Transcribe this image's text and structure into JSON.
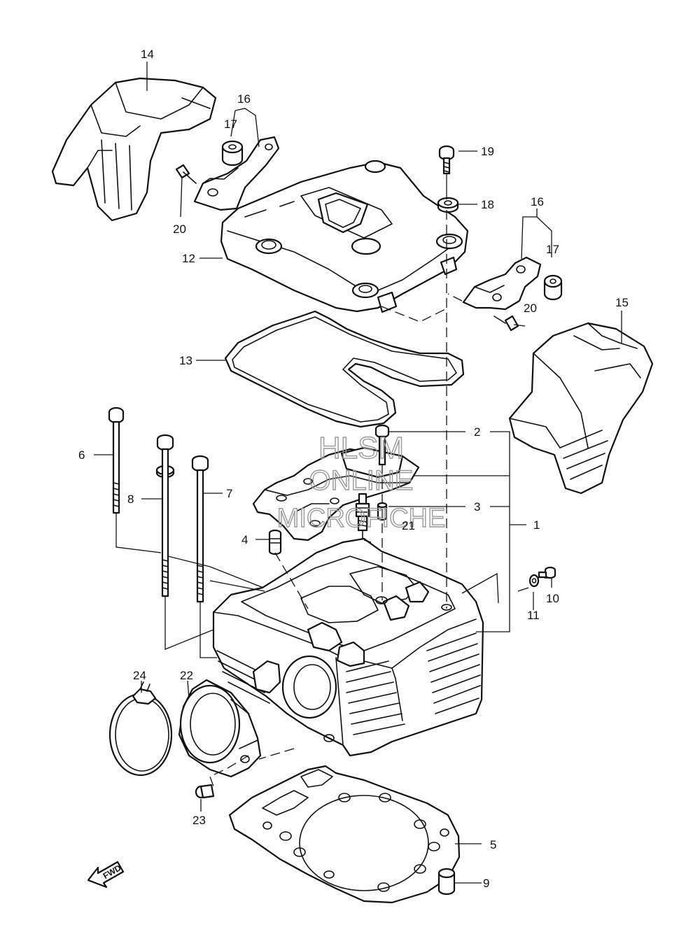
{
  "callouts": {
    "c1": "1",
    "c2": "2",
    "c3": "3",
    "c4": "4",
    "c5": "5",
    "c6": "6",
    "c7": "7",
    "c8": "8",
    "c9": "9",
    "c10": "10",
    "c11": "11",
    "c12": "12",
    "c13": "13",
    "c14": "14",
    "c15": "15",
    "c16a": "16",
    "c16b": "16",
    "c17a": "17",
    "c17b": "17",
    "c18": "18",
    "c19": "19",
    "c20a": "20",
    "c20b": "20",
    "c21": "21",
    "c22": "22",
    "c23": "23",
    "c24": "24"
  },
  "watermark": {
    "line1": "HLSM",
    "line2": "ONLINE",
    "line3": "MICROFICHE"
  },
  "direction_marker": "FWD"
}
